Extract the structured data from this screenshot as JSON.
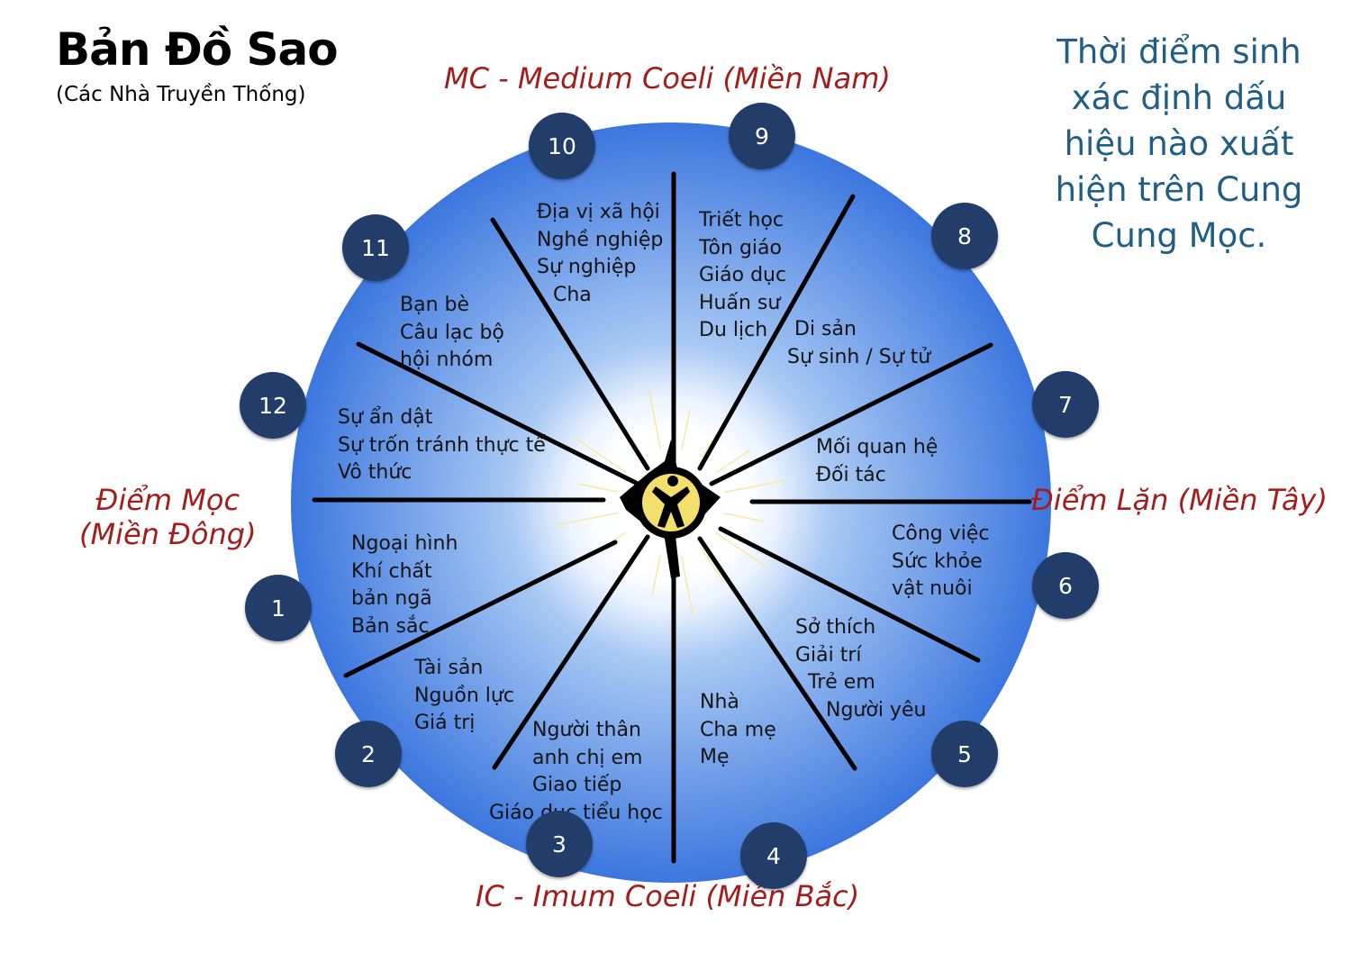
{
  "title": "Bản Đồ Sao",
  "subtitle": "(Các Nhà Truyền Thống)",
  "note": "Thời điểm sinh xác định dấu hiệu nào xuất hiện trên Cung Cung Mọc.",
  "axes": {
    "top": "MC - Medium Coeli (Miền Nam)",
    "bottom": "IC - Imum Coeli (Miền Bắc)",
    "left": [
      "Điểm Mọc",
      "(Miền Đông)"
    ],
    "right": "Điểm Lặn (Miền Tây)"
  },
  "houses": [
    {
      "number": "1",
      "lines": [
        "Ngoại hình",
        "Khí chất",
        "bản ngã",
        "Bản sắc"
      ]
    },
    {
      "number": "2",
      "lines": [
        "Tài sản",
        "Nguồn lực",
        "Giá trị"
      ]
    },
    {
      "number": "3",
      "lines": [
        "Người thân",
        "anh chị em",
        "Giao tiếp",
        "Giáo dục tiểu học"
      ]
    },
    {
      "number": "4",
      "lines": [
        "Nhà",
        "Cha mẹ",
        "Mẹ"
      ]
    },
    {
      "number": "5",
      "lines": [
        "Sở thích",
        "Giải trí",
        "Trẻ em",
        "Người yêu"
      ]
    },
    {
      "number": "6",
      "lines": [
        "Công việc",
        "Sức khỏe",
        "vật nuôi"
      ]
    },
    {
      "number": "7",
      "lines": [
        "Mối quan hệ",
        "Đối tác"
      ]
    },
    {
      "number": "8",
      "lines": [
        "Di sản",
        "Sự sinh / Sự tử"
      ]
    },
    {
      "number": "9",
      "lines": [
        "Triết học",
        "Tôn giáo",
        "Giáo dục",
        "Huấn sư",
        "Du lịch"
      ]
    },
    {
      "number": "10",
      "lines": [
        "Địa vị xã hội",
        "Nghề nghiệp",
        "Sự nghiệp",
        "Cha"
      ]
    },
    {
      "number": "11",
      "lines": [
        "Bạn bè",
        "Câu lạc bộ",
        "hội nhóm"
      ]
    },
    {
      "number": "12",
      "lines": [
        "Sự ẩn dật",
        "Sự trốn tránh thực tế",
        "Vô thức"
      ]
    }
  ],
  "colors": {
    "disc_center": "#ffffff",
    "disc_mid": "#9fc3f2",
    "disc_edge": "#3f79df",
    "circle_badge": "#233d6b",
    "axis_label": "#a31d1d",
    "note_text": "#1f5f86",
    "center_figure": "#f3df6b"
  },
  "icons": [
    "human-figure-icon"
  ]
}
